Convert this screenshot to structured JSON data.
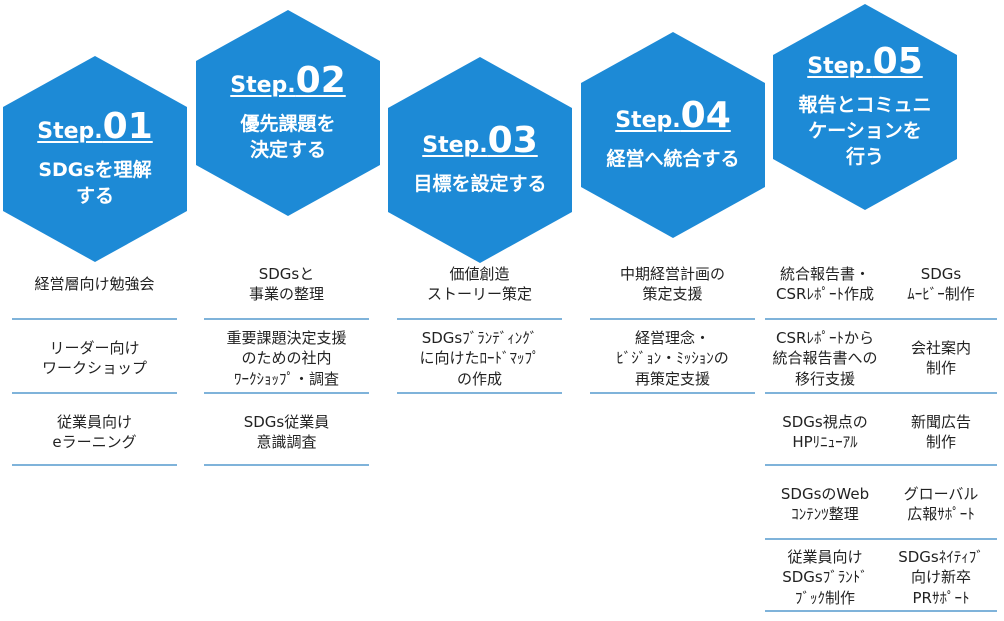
{
  "theme": {
    "hex_fill": "#1d8ad6",
    "separator": "#7fb3da",
    "text": "#222222"
  },
  "steps": [
    {
      "word": "Step.",
      "num": "01",
      "title": "SDGsを理解\nする",
      "items": [
        "経営層向け勉強会",
        "リーダー向け\nワークショップ",
        "従業員向け\neラーニング"
      ]
    },
    {
      "word": "Step.",
      "num": "02",
      "title": "優先課題を\n決定する",
      "items": [
        "SDGsと\n事業の整理",
        "重要課題決定支援\nのための社内\nﾜｰｸｼｮｯﾌﾟ・調査",
        "SDGs従業員\n意識調査"
      ]
    },
    {
      "word": "Step.",
      "num": "03",
      "title": "目標を設定する",
      "items": [
        "価値創造\nストーリー策定",
        "SDGsﾌﾞﾗﾝﾃﾞｨﾝｸﾞ\nに向けたﾛｰﾄﾞﾏｯﾌﾟ\nの作成"
      ]
    },
    {
      "word": "Step.",
      "num": "04",
      "title": "経営へ統合する",
      "items": [
        "中期経営計画の\n策定支援",
        "経営理念・\nﾋﾞｼﾞｮﾝ・ﾐｯｼｮﾝの\n再策定支援"
      ]
    },
    {
      "word": "Step.",
      "num": "05",
      "title": "報告とコミュニ\nケーションを\n行う",
      "items_left": [
        "統合報告書・\nCSRﾚﾎﾟｰﾄ作成",
        "CSRﾚﾎﾟｰﾄから\n統合報告書への\n移行支援",
        "SDGs視点の\nHPﾘﾆｭｰｱﾙ",
        "SDGsのWeb\nｺﾝﾃﾝﾂ整理",
        "従業員向け\nSDGsﾌﾞﾗﾝﾄﾞ\nﾌﾞｯｸ制作"
      ],
      "items_right": [
        "SDGs\nﾑｰﾋﾞｰ制作",
        "会社案内\n制作",
        "新聞広告\n制作",
        "グローバル\n広報ｻﾎﾟｰﾄ",
        "SDGsﾈｲﾃｨﾌﾞ\n向け新卒\nPRｻﾎﾟｰﾄ"
      ]
    }
  ]
}
